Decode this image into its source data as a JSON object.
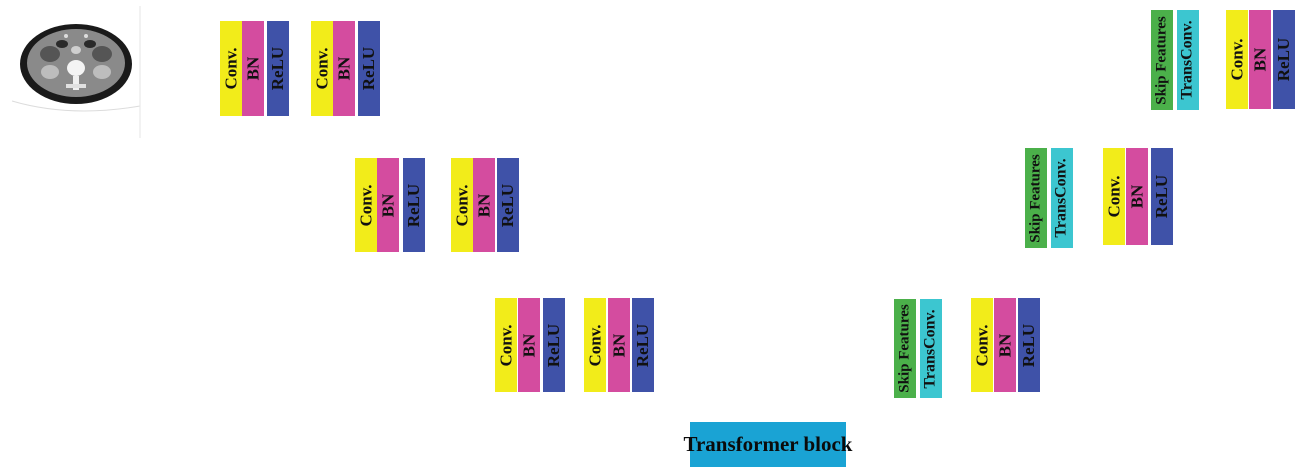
{
  "labels": {
    "conv": "Conv.",
    "bn": "BN",
    "relu": "ReLU",
    "skip": "Skip Features",
    "trans_conv": "TransConv.",
    "transformer": "Transformer block"
  },
  "colors": {
    "conv": "#f2ec1a",
    "bn": "#d44c9f",
    "relu": "#3f52a8",
    "skip_features": "#4bb04a",
    "trans_conv": "#3cc6d0",
    "transformer_block": "#1aa3d4"
  }
}
